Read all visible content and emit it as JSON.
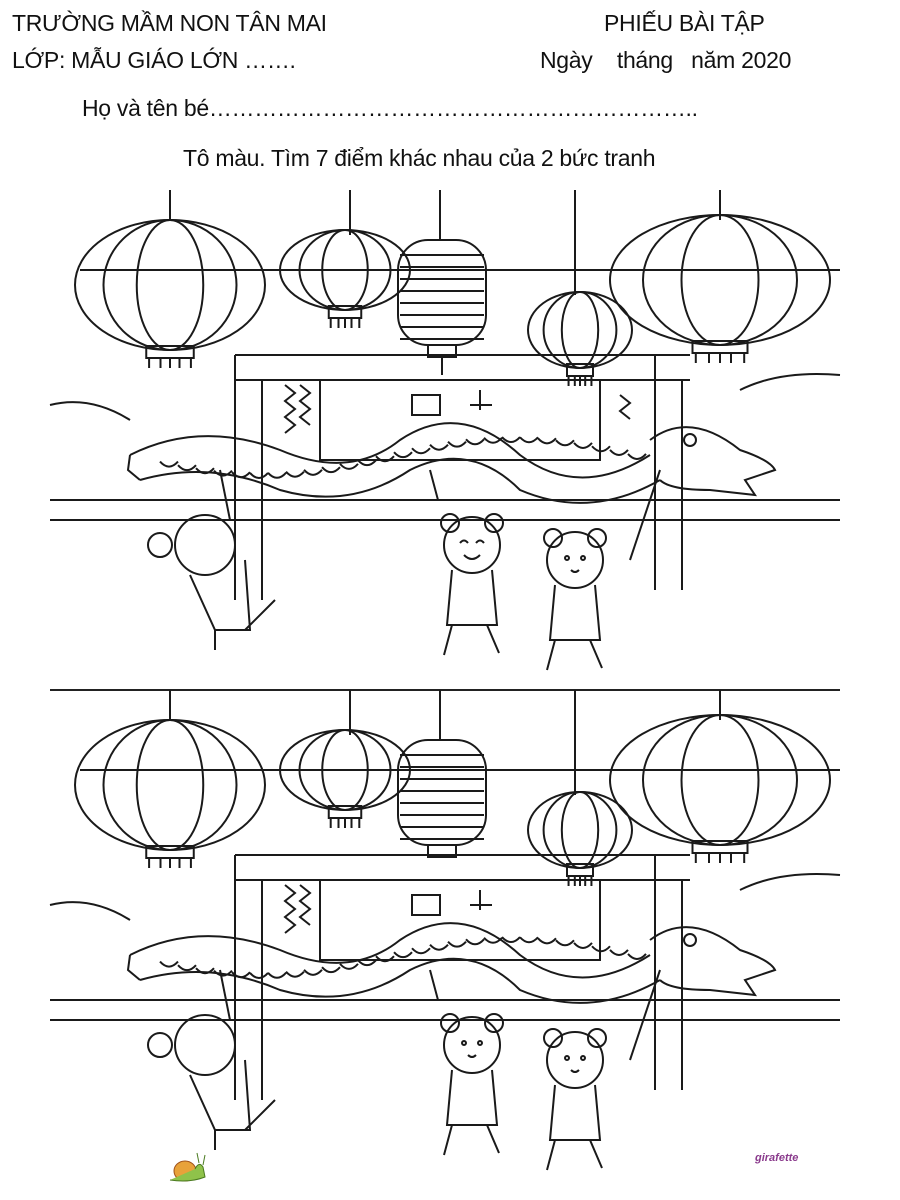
{
  "header": {
    "school": "TRƯỜNG MẦM NON TÂN MAI",
    "class": "LỚP: MẪU GIÁO LỚN …….",
    "title": "PHIẾU BÀI TẬP",
    "date": "Ngày    tháng   năm 2020",
    "student_name": "Họ và tên bé………………………………………………………..",
    "instruction": "Tô màu. Tìm 7 điểm khác nhau của 2 bức tranh"
  },
  "footer": {
    "logo_right": "girafette"
  }
}
